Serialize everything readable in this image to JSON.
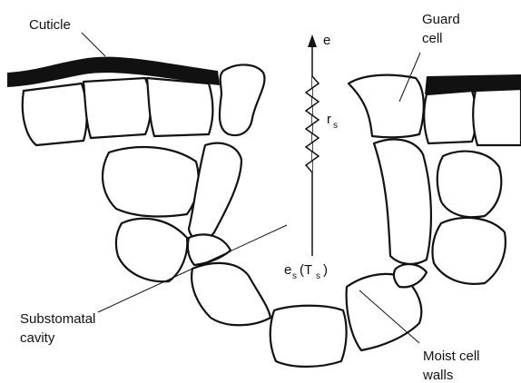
{
  "labels": {
    "cuticle": "Cuticle",
    "guard_cell_line1": "Guard",
    "guard_cell_line2": "cell",
    "substomatal_line1": "Substomatal",
    "substomatal_line2": "cavity",
    "moist_line1": "Moist cell",
    "moist_line2": "walls"
  },
  "symbols": {
    "e": "e",
    "r": "r",
    "r_sub": "s",
    "es_base": "e",
    "es_sub": "s",
    "ts_open": "(T",
    "ts_sub": "s",
    "ts_close": ")"
  },
  "colors": {
    "ink": "#111111",
    "background": "#ffffff"
  }
}
